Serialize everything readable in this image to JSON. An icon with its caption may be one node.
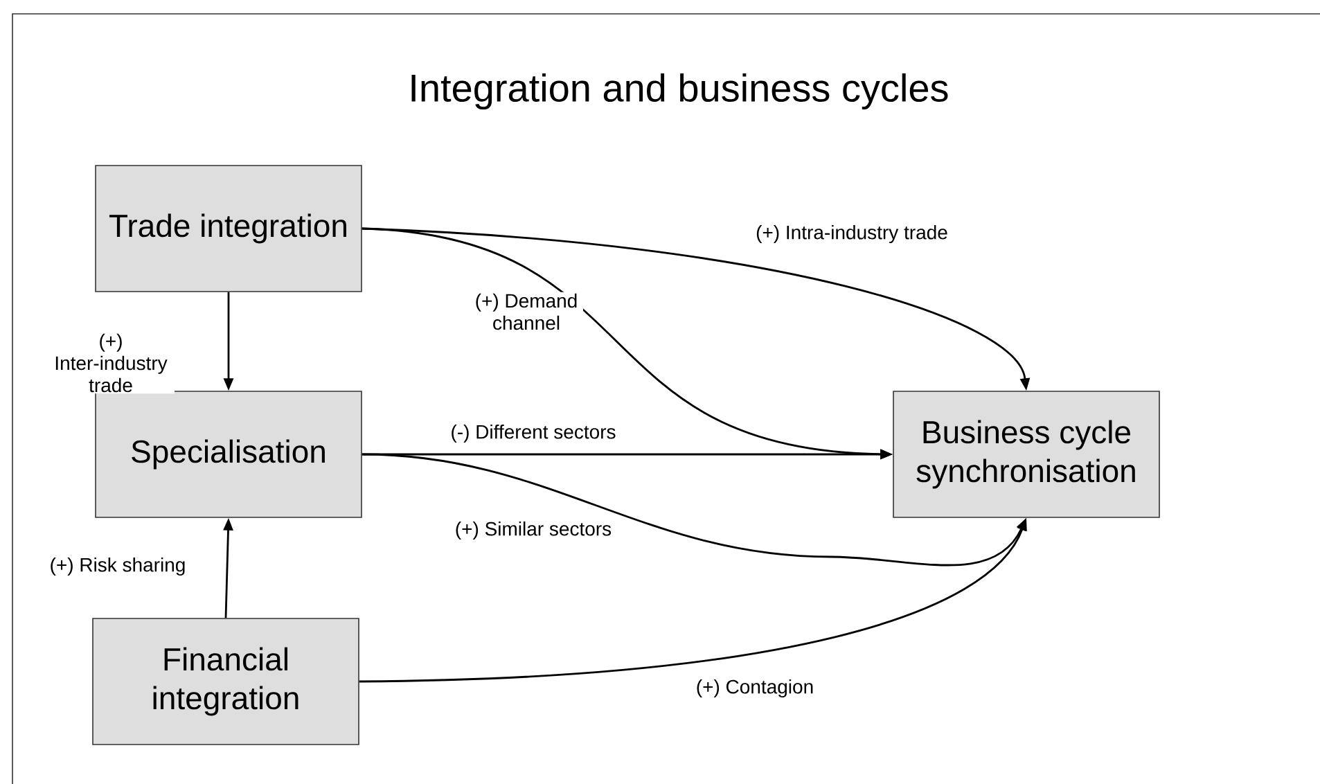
{
  "diagram": {
    "title": "Integration and business cycles",
    "nodes": [
      {
        "text": [
          "Trade integration"
        ]
      },
      {
        "text": [
          "Specialisation"
        ]
      },
      {
        "text": [
          "Financial integration"
        ]
      },
      {
        "text": [
          "Business cycle synchronisation"
        ]
      }
    ],
    "edges": [
      {
        "from": 0,
        "to": 1,
        "arrow": "to",
        "label": "(+) Inter-industry trade"
      },
      {
        "from": 2,
        "to": 1,
        "arrow": "to",
        "label": "(+) Risk sharing"
      },
      {
        "from": 0,
        "to": 3,
        "arrow": "to",
        "label": "(+) Intra-industry trade"
      },
      {
        "from": 0,
        "to": 3,
        "arrow": "to",
        "label": "(+) Demand channel"
      },
      {
        "from": 1,
        "to": 3,
        "arrow": "to",
        "label": "(-) Different sectors"
      },
      {
        "from": 1,
        "to": 3,
        "arrow": "to",
        "label": "(+) Similar sectors"
      },
      {
        "from": 2,
        "to": 3,
        "arrow": "to",
        "label": "(+) Contagion"
      }
    ]
  }
}
